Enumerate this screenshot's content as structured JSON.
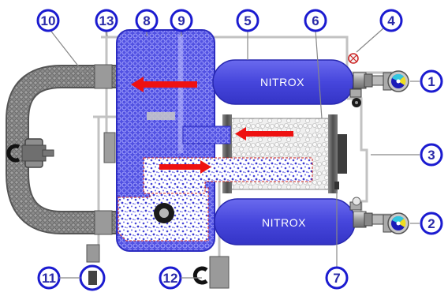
{
  "diagram": {
    "labels": {
      "n1": "1",
      "n2": "2",
      "n3": "3",
      "n4": "4",
      "n5": "5",
      "n6": "6",
      "n7": "7",
      "n8": "8",
      "n9": "9",
      "n10": "10",
      "n11": "11",
      "n12": "12",
      "n13": "13"
    },
    "tanks": {
      "upper": "NITROX",
      "lower": "NITROX"
    }
  },
  "colors": {
    "label_ring": "#1b1bd0",
    "label_text": "#2a2aa8",
    "counterlung": "#4f4fe0",
    "tank": "#4a4ae0",
    "hose": "#7a7a7a",
    "pipe": "#c2c2c2",
    "arrow": "#ee1111",
    "scrubber": "#dcdcdc"
  }
}
